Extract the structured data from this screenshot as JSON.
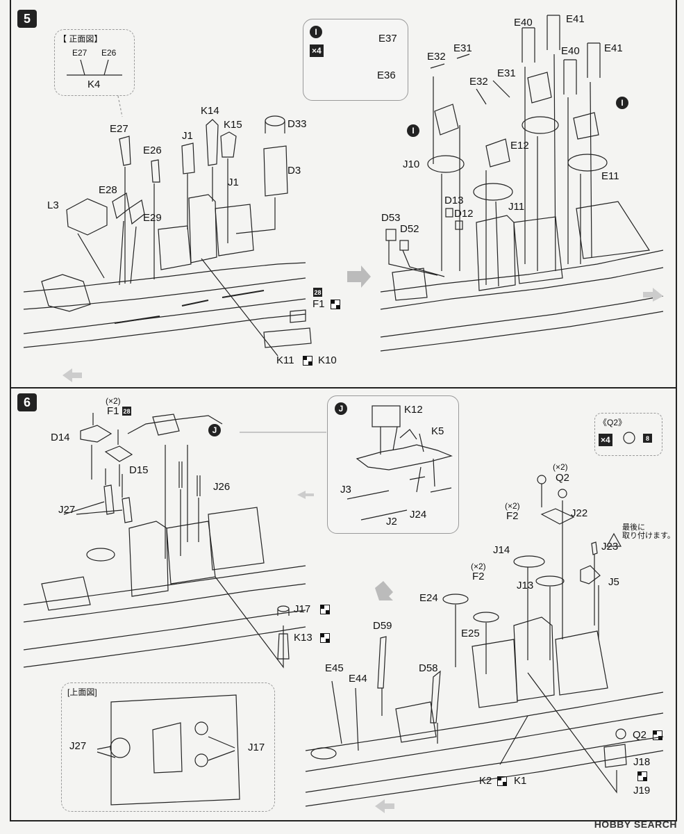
{
  "step5": {
    "number": "5",
    "front_view": {
      "title": "【 正面図】",
      "left": "E27",
      "right": "E26",
      "base": "K4"
    },
    "subassembly_i": {
      "badge": "I",
      "qty": "×4",
      "top": "E37",
      "bottom": "E36"
    },
    "left_labels": {
      "E27": "E27",
      "E26": "E26",
      "E28": "E28",
      "E29": "E29",
      "L3": "L3",
      "K14": "K14",
      "K15": "K15",
      "J1a": "J1",
      "J1b": "J1",
      "D33": "D33",
      "D3": "D3",
      "F1": "F1",
      "F1_num": "28",
      "K11": "K11",
      "K10": "K10"
    },
    "right_labels": {
      "E32a": "E32",
      "E31a": "E31",
      "E32b": "E32",
      "E31b": "E31",
      "E40a": "E40",
      "E41a": "E41",
      "E40b": "E40",
      "E41b": "E41",
      "J10": "J10",
      "E12": "E12",
      "J11": "J11",
      "E11": "E11",
      "D13": "D13",
      "D12": "D12",
      "D53": "D53",
      "D52": "D52",
      "I": "I"
    }
  },
  "step6": {
    "number": "6",
    "left_labels": {
      "F1_qty": "(×2)",
      "F1": "F1",
      "F1_num": "28",
      "D14": "D14",
      "D15": "D15",
      "J": "J",
      "J26": "J26",
      "J27": "J27",
      "J17": "J17",
      "K13": "K13"
    },
    "top_view": {
      "title": "[上面図]",
      "J27": "J27",
      "J17": "J17"
    },
    "subassembly_j": {
      "badge": "J",
      "K12": "K12",
      "K5": "K5",
      "J3": "J3",
      "J2": "J2",
      "J24": "J24"
    },
    "q2_box": {
      "title": "《Q2》",
      "qty": "×4",
      "num": "8"
    },
    "right_labels": {
      "Q2_qty": "(×2)",
      "Q2": "Q2",
      "J22": "J22",
      "F2a_qty": "(×2)",
      "F2a": "F2",
      "J14": "J14",
      "J23": "J23",
      "caution": "最後に\n取り付けます。",
      "F2b_qty": "(×2)",
      "F2b": "F2",
      "J13": "J13",
      "J5": "J5",
      "E24": "E24",
      "E25": "E25",
      "D59": "D59",
      "D58": "D58",
      "E45": "E45",
      "E44": "E44",
      "Q2b": "Q2",
      "J18": "J18",
      "J19": "J19",
      "K2": "K2",
      "K1": "K1"
    }
  },
  "watermark": "HOBBY SEARCH"
}
